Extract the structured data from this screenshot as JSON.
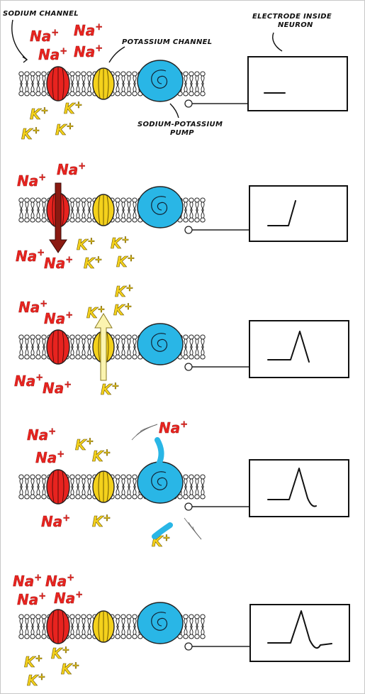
{
  "labels": {
    "sodium_channel": "SODIUM CHANNEL",
    "potassium_channel": "POTASSIUM CHANNEL",
    "pump_line1": "SODIUM-POTASSIUM",
    "pump_line2": "PUMP",
    "electrode_line1": "ELECTRODE INSIDE",
    "electrode_line2": "NEURON"
  },
  "ions": {
    "na": "Na",
    "k": "K",
    "charge": "+"
  },
  "colors": {
    "sodium": "#e8231f",
    "potassium": "#f4d11c",
    "pump": "#29b6e6",
    "dark_red_arrow": "#8b1a12",
    "pale_yellow_arrow": "#fbf4b0"
  },
  "icons": [
    "sodium-channel-icon",
    "potassium-channel-icon",
    "sodium-potassium-pump-icon",
    "electrode-icon",
    "lipid-bilayer-icon"
  ],
  "panels": [
    {
      "stage": "resting",
      "trace": "flat"
    },
    {
      "stage": "sodium-influx",
      "trace": "rising"
    },
    {
      "stage": "potassium-efflux",
      "trace": "spike"
    },
    {
      "stage": "pump-active",
      "trace": "spike-falling"
    },
    {
      "stage": "restored",
      "trace": "full-action-potential"
    }
  ]
}
